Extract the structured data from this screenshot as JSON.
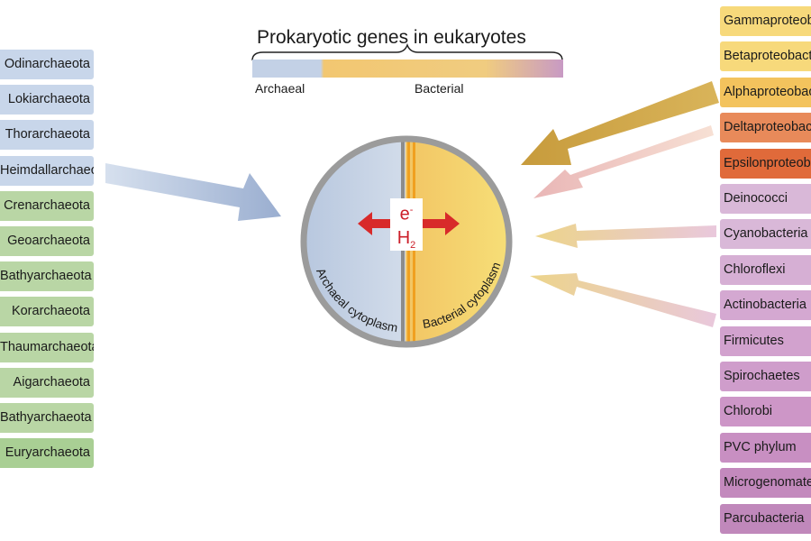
{
  "title": "Prokaryotic genes in eukaryotes",
  "legend": {
    "archaeal_label": "Archaeal",
    "bacterial_label": "Bacterial",
    "archaeal_color": "#c3d1e6",
    "bacterial_color": "#f2c771",
    "end_color": "#c89ac4"
  },
  "cell": {
    "electron": "e",
    "electron_charge": "-",
    "hydrogen": "H",
    "hydrogen_sub": "2",
    "archaeal_side": "Archaeal cytoplasm",
    "bacterial_side": "Bacterial cytoplasm"
  },
  "archaea": [
    {
      "name": "Odinarchaeota",
      "color": "#c8d6ea"
    },
    {
      "name": "Lokiarchaeota",
      "color": "#c8d6ea"
    },
    {
      "name": "Thorarchaeota",
      "color": "#c8d6ea"
    },
    {
      "name": "Heimdallarchaeota",
      "color": "#c8d6ea"
    },
    {
      "name": "Crenarchaeota",
      "color": "#b9d6a5"
    },
    {
      "name": "Geoarchaeota",
      "color": "#b9d6a5"
    },
    {
      "name": "Bathyarchaeota",
      "color": "#b9d6a5"
    },
    {
      "name": "Korarchaeota",
      "color": "#b9d6a5"
    },
    {
      "name": "Thaumarchaeota",
      "color": "#b9d6a5"
    },
    {
      "name": "Aigarchaeota",
      "color": "#b9d6a5"
    },
    {
      "name": "Bathyarchaeota",
      "color": "#b9d6a5"
    },
    {
      "name": "Euryarchaeota",
      "color": "#a9cf94"
    }
  ],
  "bacteria": [
    {
      "name": "Gammaproteobacteria",
      "color": "#f7d97b"
    },
    {
      "name": "Betaproteobacteria",
      "color": "#f7d97b"
    },
    {
      "name": "Alphaproteobacteria",
      "color": "#f3c35d"
    },
    {
      "name": "Deltaproteobacteria",
      "color": "#e88a5a"
    },
    {
      "name": "Epsilonproteobacteria",
      "color": "#e06a3a"
    },
    {
      "name": "Deinococci",
      "color": "#d9b8d8"
    },
    {
      "name": "Cyanobacteria",
      "color": "#d9b8d8"
    },
    {
      "name": "Chloroflexi",
      "color": "#d6afd4"
    },
    {
      "name": "Actinobacteria",
      "color": "#d4a8d1"
    },
    {
      "name": "Firmicutes",
      "color": "#d2a2ce"
    },
    {
      "name": "Spirochaetes",
      "color": "#cf9dcb"
    },
    {
      "name": "Chlorobi",
      "color": "#cd96c7"
    },
    {
      "name": "PVC phylum",
      "color": "#c88fc2"
    },
    {
      "name": "Microgenomates",
      "color": "#c389bd"
    },
    {
      "name": "Parcubacteria",
      "color": "#c088bb"
    }
  ]
}
